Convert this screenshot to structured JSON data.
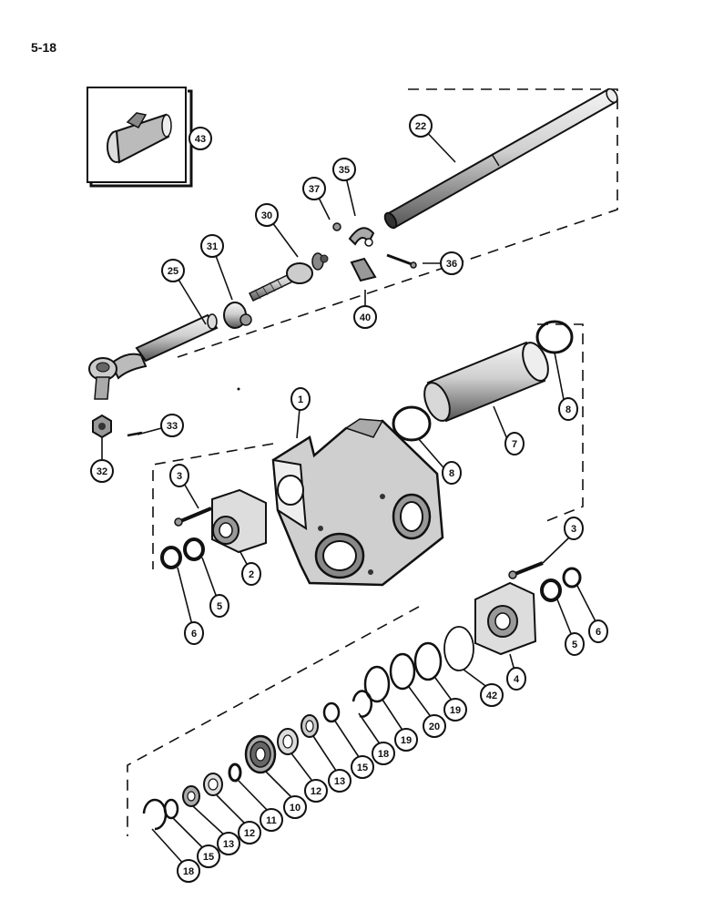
{
  "page_number": "5-18",
  "callouts": [
    {
      "id": "c22",
      "label": "22"
    },
    {
      "id": "c43",
      "label": "43"
    },
    {
      "id": "c35",
      "label": "35"
    },
    {
      "id": "c37",
      "label": "37"
    },
    {
      "id": "c30",
      "label": "30"
    },
    {
      "id": "c31",
      "label": "31"
    },
    {
      "id": "c25",
      "label": "25"
    },
    {
      "id": "c36",
      "label": "36"
    },
    {
      "id": "c40",
      "label": "40"
    },
    {
      "id": "c1",
      "label": "1"
    },
    {
      "id": "c7",
      "label": "7"
    },
    {
      "id": "c8a",
      "label": "8"
    },
    {
      "id": "c8b",
      "label": "8"
    },
    {
      "id": "c33",
      "label": "33"
    },
    {
      "id": "c32",
      "label": "32"
    },
    {
      "id": "c3a",
      "label": "3"
    },
    {
      "id": "c2",
      "label": "2"
    },
    {
      "id": "c5a",
      "label": "5"
    },
    {
      "id": "c6a",
      "label": "6"
    },
    {
      "id": "c3b",
      "label": "3"
    },
    {
      "id": "c5b",
      "label": "5"
    },
    {
      "id": "c6b",
      "label": "6"
    },
    {
      "id": "c4",
      "label": "4"
    },
    {
      "id": "c42",
      "label": "42"
    },
    {
      "id": "c19a",
      "label": "19"
    },
    {
      "id": "c20",
      "label": "20"
    },
    {
      "id": "c19b",
      "label": "19"
    },
    {
      "id": "c18a",
      "label": "18"
    },
    {
      "id": "c15a",
      "label": "15"
    },
    {
      "id": "c13a",
      "label": "13"
    },
    {
      "id": "c12a",
      "label": "12"
    },
    {
      "id": "c10",
      "label": "10"
    },
    {
      "id": "c11",
      "label": "11"
    },
    {
      "id": "c12b",
      "label": "12"
    },
    {
      "id": "c13b",
      "label": "13"
    },
    {
      "id": "c15b",
      "label": "15"
    },
    {
      "id": "c18b",
      "label": "18"
    }
  ]
}
